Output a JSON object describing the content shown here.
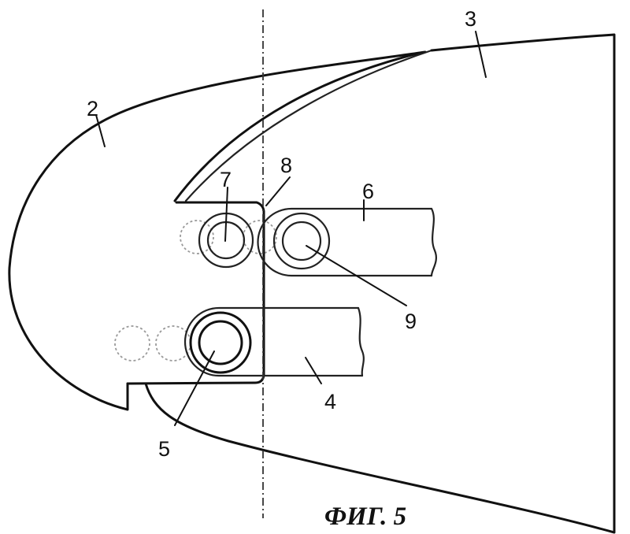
{
  "figure": {
    "caption": "ФИГ. 5",
    "callouts": [
      {
        "id": "2",
        "text": "2"
      },
      {
        "id": "3",
        "text": "3"
      },
      {
        "id": "4",
        "text": "4"
      },
      {
        "id": "5",
        "text": "5"
      },
      {
        "id": "6",
        "text": "6"
      },
      {
        "id": "7",
        "text": "7"
      },
      {
        "id": "8",
        "text": "8"
      },
      {
        "id": "9",
        "text": "9"
      }
    ]
  }
}
